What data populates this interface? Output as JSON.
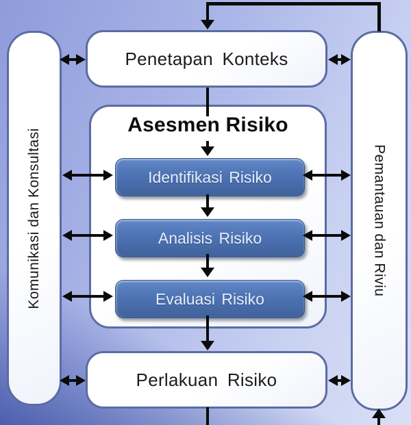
{
  "diagram": {
    "top_box": {
      "label": "Penetapan Konteks"
    },
    "assessment_group": {
      "title": "Asesmen Risiko",
      "steps": [
        {
          "label": "Identifikasi Risiko"
        },
        {
          "label": "Analisis Risiko"
        },
        {
          "label": "Evaluasi Risiko"
        }
      ]
    },
    "bottom_box": {
      "label": "Perlakuan Risiko"
    },
    "left_sidebar": {
      "label": "Komunikasi dan Konsultasi"
    },
    "right_sidebar": {
      "label": "Pemantauan dan Riviu"
    },
    "icons": {
      "double_arrow": "↔",
      "arrow_down": "↓",
      "arrow_up": "↑"
    },
    "colors": {
      "background_dark": "#8e9cda",
      "background_light": "#d9dff6",
      "background_corner": "#4c5fae",
      "box_border": "#5b6ca3",
      "box_fill": "#ffffff",
      "step_fill": "#4d72b2",
      "step_text": "#e6eefb",
      "arrow": "#0b0b0b",
      "text": "#1c1c1c"
    }
  }
}
